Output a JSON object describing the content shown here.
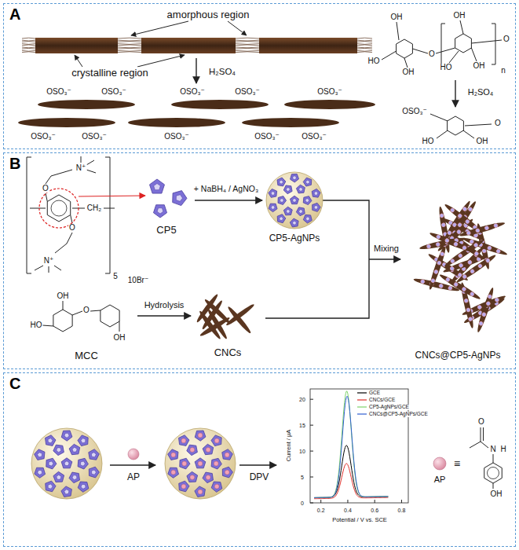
{
  "diagram": {
    "nodes": [
      {
        "text": [
          "A"
        ]
      },
      {
        "text": [
          "B"
        ]
      },
      {
        "text": [
          "C"
        ]
      }
    ],
    "labels": [
      "amorphous region",
      "crystalline region",
      "H₂SO₄",
      "OSO₃⁻",
      "OSO₃⁻",
      "OSO₃⁻",
      "OSO₃⁻",
      "OSO₃⁻",
      "OSO₃⁻",
      "OSO₃⁻",
      "OSO₃⁻",
      "OSO₃⁻",
      "OSO₃⁻",
      "OH",
      "HO",
      "OH",
      "O",
      "OH",
      "HO",
      "OH",
      "O",
      "n",
      "H₂SO₄",
      "OSO₃⁻",
      "HO",
      "OH",
      "O",
      "N⁺",
      "O",
      "O",
      "N⁺",
      "CH₂",
      "5",
      "10Br⁻",
      "CP5",
      "+ NaBH₄ / AgNO₃",
      "CP5-AgNPs",
      "Mixing",
      "CNCs@CP5-AgNPs",
      "MCC",
      "Hydrolysis",
      "CNCs",
      "HO",
      "O",
      "OH",
      "OH",
      "AP",
      "DPV",
      "0.2",
      "0.4",
      "0.6",
      "0.8",
      "0",
      "5",
      "10",
      "15",
      "20",
      "Potential / V vs. SCE",
      "Current / μA",
      "AP",
      "≡",
      "O",
      "N",
      "H",
      "OH"
    ],
    "legend": [
      {
        "text": "GCE"
      },
      {
        "text": "CNCs/GCE"
      },
      {
        "text": "CP5-AgNPs/GCE"
      },
      {
        "text": "CNCs@CP5-AgNPs/GCE"
      }
    ]
  }
}
